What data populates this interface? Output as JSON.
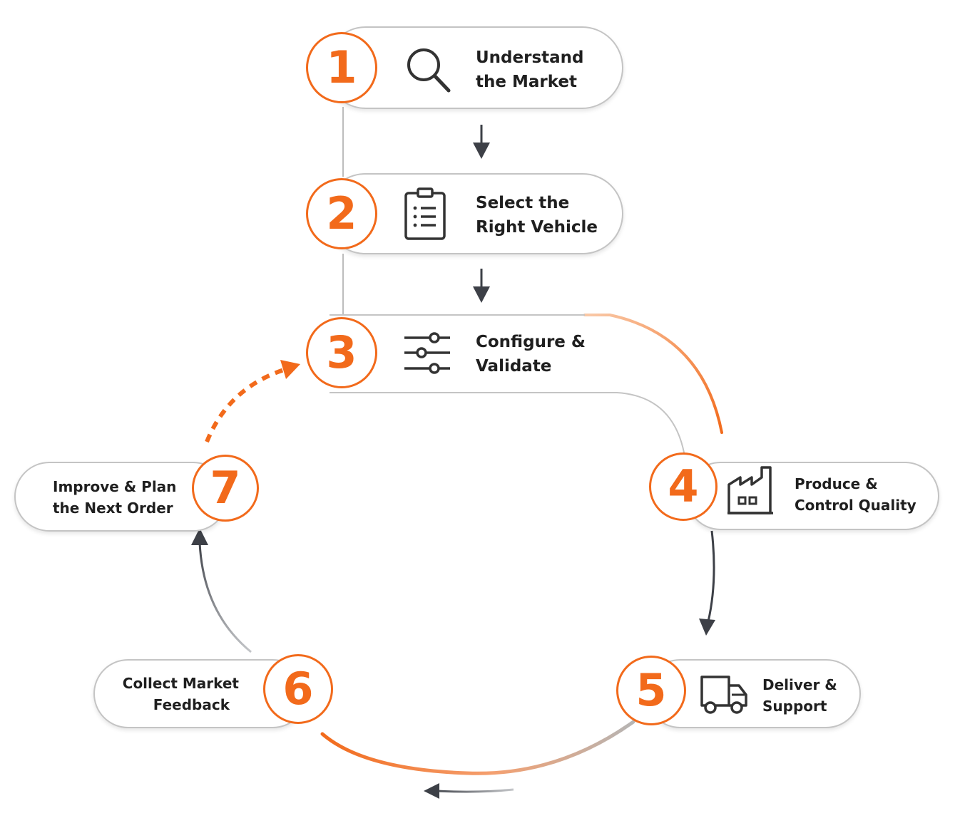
{
  "colors": {
    "accent": "#f26a1b",
    "pill_border": "#c4c4c4",
    "arrow": "#3d4047",
    "text": "#1f1f1f"
  },
  "steps": [
    {
      "number": "1",
      "icon": "search-icon",
      "line1": "Understand",
      "line2": "the Market"
    },
    {
      "number": "2",
      "icon": "clipboard-list-icon",
      "line1": "Select the",
      "line2": "Right Vehicle"
    },
    {
      "number": "3",
      "icon": "sliders-icon",
      "line1": "Configure &",
      "line2": "Validate"
    },
    {
      "number": "4",
      "icon": "factory-icon",
      "line1": "Produce &",
      "line2": "Control Quality"
    },
    {
      "number": "5",
      "icon": "delivery-truck-icon",
      "line1": "Deliver &",
      "line2": "Support"
    },
    {
      "number": "6",
      "icon": "",
      "line1": "Collect Market",
      "line2": "Feedback"
    },
    {
      "number": "7",
      "icon": "",
      "line1": "Improve & Plan",
      "line2": "the Next Order"
    }
  ]
}
